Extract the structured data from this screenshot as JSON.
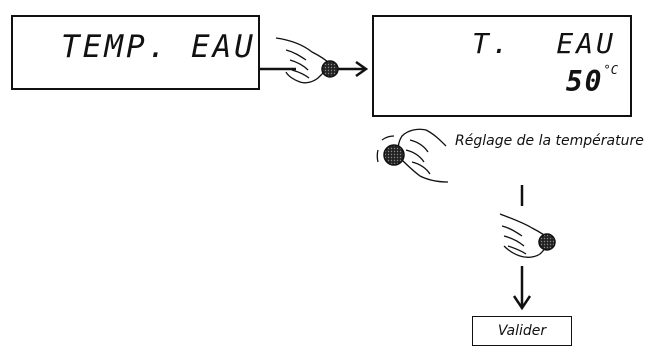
{
  "screen1": {
    "text": "TEMP. EAU"
  },
  "screen2": {
    "label": "T.",
    "word": "EAU",
    "value": "50",
    "unit": "°C"
  },
  "adjust_caption": "Réglage de la température",
  "validate_button": {
    "label": "Valider"
  },
  "icons": {
    "hand_press_1": "hand-pressing-knob-icon",
    "hand_rotate": "hand-rotating-knob-icon",
    "hand_press_2": "hand-pressing-knob-icon",
    "arrow_right": "arrow-right-icon",
    "arrow_down": "arrow-down-icon"
  }
}
